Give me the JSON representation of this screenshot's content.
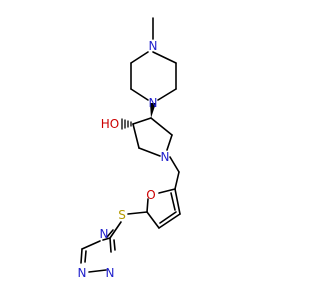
{
  "molecule": {
    "atoms": [
      {
        "key": "n_pip_top",
        "label": "N",
        "color": "#1f1fcc"
      },
      {
        "key": "n_pip_bot",
        "label": "N",
        "color": "#1f1fcc"
      },
      {
        "key": "o_hydroxyl",
        "label": "HO",
        "color": "#cc0000"
      },
      {
        "key": "n_pyrrolidine",
        "label": "N",
        "color": "#1f1fcc"
      },
      {
        "key": "o_furan",
        "label": "O",
        "color": "#cc0000"
      },
      {
        "key": "s_thioether",
        "label": "S",
        "color": "#b59a00"
      },
      {
        "key": "n_triazole_1",
        "label": "N",
        "color": "#1f1fcc"
      },
      {
        "key": "n_triazole_2",
        "label": "N",
        "color": "#1f1fcc"
      },
      {
        "key": "n_triazole_4",
        "label": "N",
        "color": "#1f1fcc"
      }
    ],
    "colors": {
      "bond": "#000000",
      "nitrogen": "#1f1fcc",
      "oxygen": "#cc0000",
      "sulfur": "#b59a00"
    }
  }
}
